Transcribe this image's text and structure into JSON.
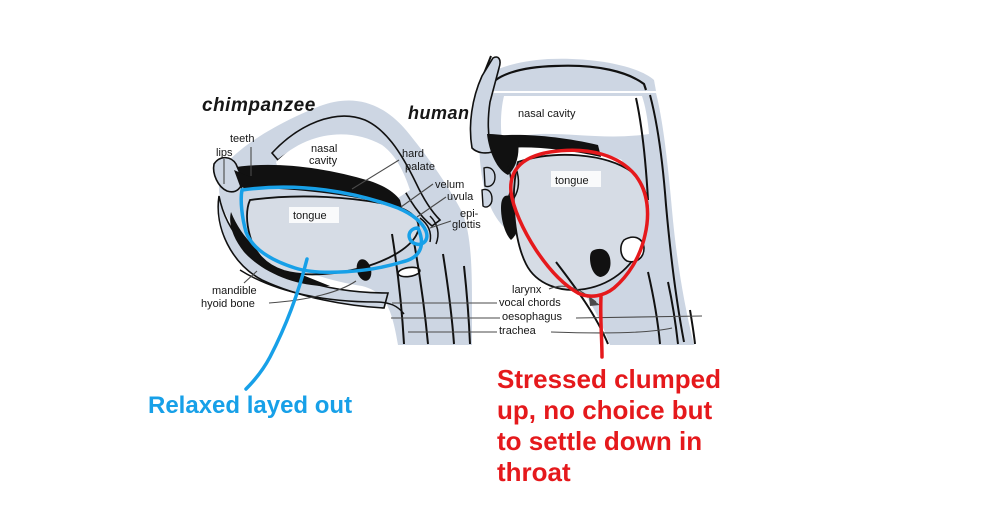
{
  "colors": {
    "blue_annotation": "#17a0e8",
    "red_annotation": "#e5191c",
    "wash": "#cdd6e3",
    "tongue_fill": "#d6dce5",
    "ink": "#161616"
  },
  "chimpanzee": {
    "title": "chimpanzee",
    "labels": {
      "teeth": "teeth",
      "lips": "lips",
      "nasal_line1": "nasal",
      "nasal_line2": "cavity",
      "hard_line1": "hard",
      "hard_line2": "palate",
      "velum": "velum",
      "uvula": "uvula",
      "epi_line1": "epi-",
      "epi_line2": "glottis",
      "tongue": "tongue",
      "mandible": "mandible",
      "hyoid": "hyoid bone"
    }
  },
  "human": {
    "title": "human",
    "labels": {
      "nasal_cavity": "nasal cavity",
      "tongue": "tongue",
      "larynx": "larynx",
      "vocal_chords": "vocal chords",
      "oesophagus": "oesophagus",
      "trachea": "trachea"
    }
  },
  "annotations": {
    "blue_note": "Relaxed layed out",
    "red_note_lines": [
      "Stressed clumped",
      "up, no choice but",
      "to settle down in",
      "throat"
    ]
  }
}
